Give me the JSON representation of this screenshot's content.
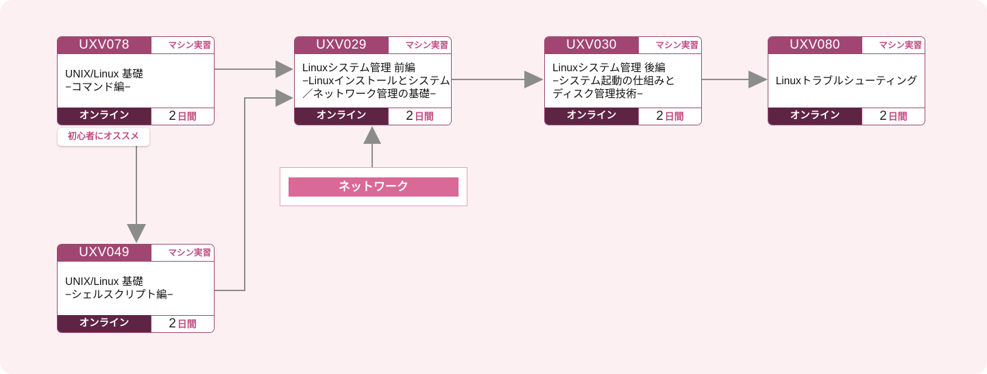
{
  "courses": [
    {
      "id": "uxv078",
      "code": "UXV078",
      "tag": "マシン実習",
      "lines": [
        "UNIX/Linux 基礎",
        "−コマンド編−"
      ],
      "mode": "オンライン",
      "days": "2",
      "days_unit": "日間"
    },
    {
      "id": "uxv049",
      "code": "UXV049",
      "tag": "マシン実習",
      "lines": [
        "UNIX/Linux 基礎",
        "−シェルスクリプト編−"
      ],
      "mode": "オンライン",
      "days": "2",
      "days_unit": "日間"
    },
    {
      "id": "uxv029",
      "code": "UXV029",
      "tag": "マシン実習",
      "lines": [
        "Linuxシステム管理 前編",
        "−Linuxインストールとシステム",
        "／ネットワーク管理の基礎−"
      ],
      "mode": "オンライン",
      "days": "2",
      "days_unit": "日間"
    },
    {
      "id": "uxv030",
      "code": "UXV030",
      "tag": "マシン実習",
      "lines": [
        "Linuxシステム管理 後編",
        "−システム起動の仕組みと",
        "ディスク管理技術−"
      ],
      "mode": "オンライン",
      "days": "2",
      "days_unit": "日間"
    },
    {
      "id": "uxv080",
      "code": "UXV080",
      "tag": "マシン実習",
      "lines": [
        "Linuxトラブルシューティング"
      ],
      "mode": "オンライン",
      "days": "2",
      "days_unit": "日間"
    }
  ],
  "badge": "初心者にオススメ",
  "prerequisite_box": "ネットワーク",
  "colors": {
    "arrow": "#8c8c8c",
    "header": "#a14672",
    "footer": "#5e2444",
    "accent": "#c04a80",
    "network": "#d96996",
    "background": "#fcf0f3"
  }
}
